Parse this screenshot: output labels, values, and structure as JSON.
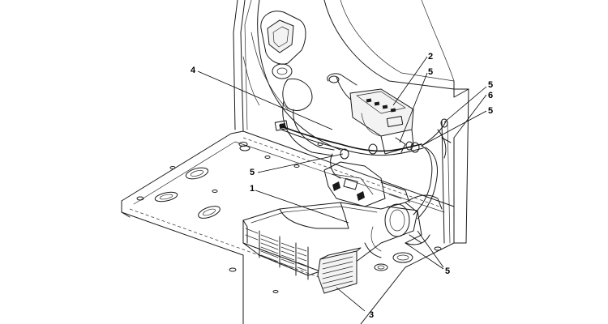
{
  "callouts": [
    {
      "id": "c1",
      "label": "1"
    },
    {
      "id": "c2",
      "label": "2"
    },
    {
      "id": "c3",
      "label": "3"
    },
    {
      "id": "c4",
      "label": "4"
    },
    {
      "id": "c5a",
      "label": "5"
    },
    {
      "id": "c5b",
      "label": "5"
    },
    {
      "id": "c5c",
      "label": "5"
    },
    {
      "id": "c5d",
      "label": "5"
    },
    {
      "id": "c5e",
      "label": "5"
    },
    {
      "id": "c6",
      "label": "6"
    }
  ]
}
